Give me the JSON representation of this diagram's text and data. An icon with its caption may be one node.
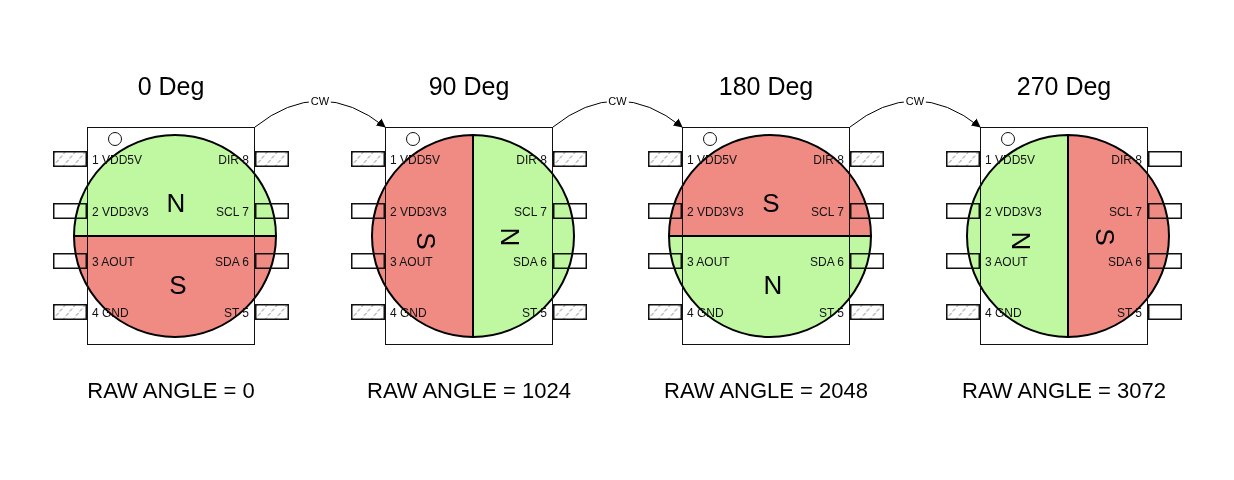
{
  "diagram": {
    "nodes": [
      {
        "text": [
          "0 Deg",
          "1 VDD5V",
          "DIR 8",
          "2 VDD3V3",
          "SCL 7",
          "3 AOUT",
          "SDA 6",
          "4 GND",
          "ST 5",
          "N",
          "S"
        ],
        "beside": [
          "RAW ANGLE = 0"
        ]
      },
      {
        "text": [
          "90 Deg",
          "1 VDD5V",
          "DIR 8",
          "2 VDD3V3",
          "SCL 7",
          "3 AOUT",
          "SDA 6",
          "4 GND",
          "ST 5",
          "S",
          "N"
        ],
        "beside": [
          "RAW ANGLE = 1024"
        ]
      },
      {
        "text": [
          "180 Deg",
          "1 VDD5V",
          "DIR 8",
          "2 VDD3V3",
          "SCL 7",
          "3 AOUT",
          "SDA 6",
          "4 GND",
          "ST 5",
          "S",
          "N"
        ],
        "beside": [
          "RAW ANGLE = 2048"
        ]
      },
      {
        "text": [
          "270 Deg",
          "1 VDD5V",
          "DIR 8",
          "2 VDD3V3",
          "SCL 7",
          "3 AOUT",
          "SDA 6",
          "4 GND",
          "ST 5",
          "N",
          "S"
        ],
        "beside": [
          "RAW ANGLE = 3072"
        ]
      }
    ],
    "edges": [
      {
        "from": 0,
        "to": 1,
        "arrow": "to",
        "label": "CW"
      },
      {
        "from": 1,
        "to": 2,
        "arrow": "to",
        "label": "CW"
      },
      {
        "from": 2,
        "to": 3,
        "arrow": "to",
        "label": "CW"
      }
    ]
  }
}
